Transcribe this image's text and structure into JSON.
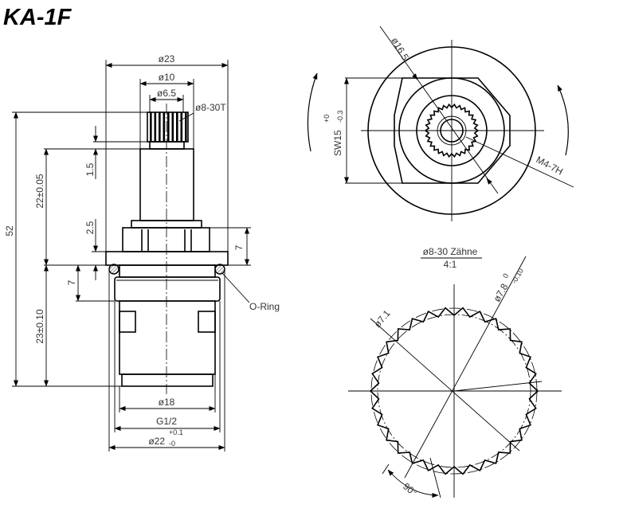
{
  "title": "KA-1F",
  "side_view": {
    "dia_23": "ø23",
    "dia_10": "ø10",
    "dia_6_5": "ø6.5",
    "spline": "ø8-30T",
    "len_52": "52",
    "len_22": "22±0.05",
    "len_1_5": "1.5",
    "len_2_5": "2.5",
    "len_7_right": "7",
    "len_7_left": "7",
    "len_23": "23±0.10",
    "dia_18": "ø18",
    "thread": "G1/2",
    "dia_22": "ø22",
    "dia_22_tol_upper": "+0.1",
    "dia_22_tol_lower": "-0",
    "oring": "O-Ring"
  },
  "top_view": {
    "dia_16_5": "ø16.5",
    "sw": "SW15",
    "sw_tol_upper": "+0",
    "sw_tol_lower": "-0.3",
    "thread": "M4-7H"
  },
  "detail_view": {
    "title": "ø8-30 Zähne",
    "scale": "4:1",
    "dia_7_1": "ø7.1",
    "dia_7_8": "ø7.8",
    "dia_7_8_tol_upper": "0",
    "dia_7_8_tol_lower": "-0.10",
    "angle": "90°",
    "teeth": 30
  }
}
